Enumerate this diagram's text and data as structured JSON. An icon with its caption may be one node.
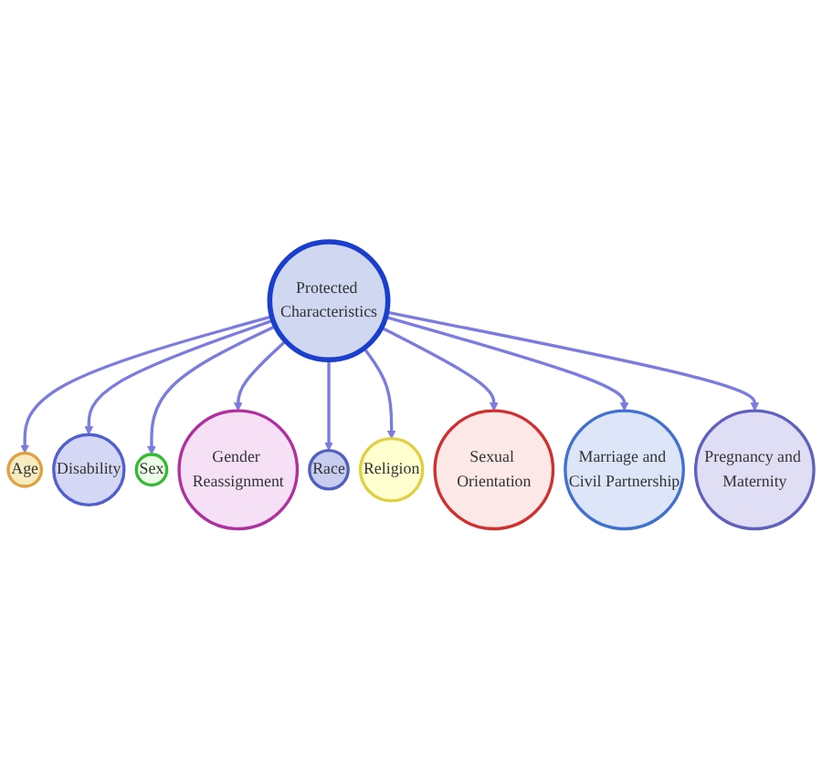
{
  "diagram": {
    "nodes": [
      {
        "text": [
          "Protected Characteristics"
        ]
      },
      {
        "text": [
          "Age"
        ]
      },
      {
        "text": [
          "Disability"
        ]
      },
      {
        "text": [
          "Sex"
        ]
      },
      {
        "text": [
          "Gender Reassignment"
        ]
      },
      {
        "text": [
          "Race"
        ]
      },
      {
        "text": [
          "Religion"
        ]
      },
      {
        "text": [
          "Sexual Orientation"
        ]
      },
      {
        "text": [
          "Marriage and Civil Partnership"
        ]
      },
      {
        "text": [
          "Pregnancy and Maternity"
        ]
      }
    ],
    "edges": [
      {
        "from": 0,
        "to": 1,
        "arrow": "to"
      },
      {
        "from": 0,
        "to": 2,
        "arrow": "to"
      },
      {
        "from": 0,
        "to": 3,
        "arrow": "to"
      },
      {
        "from": 0,
        "to": 4,
        "arrow": "to"
      },
      {
        "from": 0,
        "to": 5,
        "arrow": "to"
      },
      {
        "from": 0,
        "to": 6,
        "arrow": "to"
      },
      {
        "from": 0,
        "to": 7,
        "arrow": "to"
      },
      {
        "from": 0,
        "to": 8,
        "arrow": "to"
      },
      {
        "from": 0,
        "to": 9,
        "arrow": "to"
      }
    ]
  }
}
